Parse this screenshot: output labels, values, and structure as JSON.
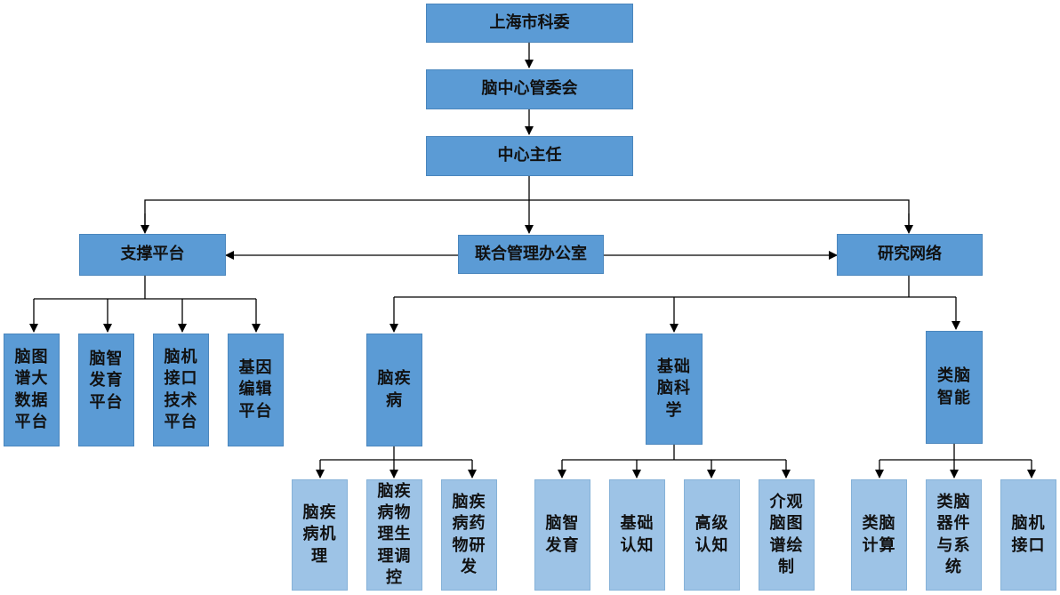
{
  "colors": {
    "primary": "#5b9bd5",
    "secondary": "#9dc3e6",
    "line": "#000000"
  },
  "nodes": {
    "sh_kw": "上海市科委",
    "naozhongxin_guanweihui": "脑中心管委会",
    "zhongxin_zhuren": "中心主任",
    "zhicheng_pingtai": "支撑平台",
    "lianhe_bangongshi": "联合管理办公室",
    "yanjiu_wangluo": "研究网络",
    "naotupu": "脑图\n谱大\n数据\n平台",
    "naozhifayu_pt": "脑智\n发育\n平台",
    "naoji_pt": "脑机\n接口\n技术\n平台",
    "jiyin_pt": "基因\n编辑\n平台",
    "naojibing": "脑疾\n病",
    "jichu_naokexue": "基础\n脑科\n学",
    "leinao_zhineng": "类脑\n智能",
    "jibing_jili": "脑疾\n病机\n理",
    "jibing_wuli": "脑疾\n病物\n理生\n理调\n控",
    "jibing_yaowu": "脑疾\n病药\n物研\n发",
    "naozhi_fayu": "脑智\n发育",
    "jichu_renzhi": "基础\n认知",
    "gaoji_renzhi": "高级\n认知",
    "jieguan_tupu": "介观\n脑图\n谱绘\n制",
    "leinao_jisuan": "类脑\n计算",
    "leinao_qijian": "类脑\n器件\n与系\n统",
    "naoji_jiekou": "脑机\n接口"
  }
}
